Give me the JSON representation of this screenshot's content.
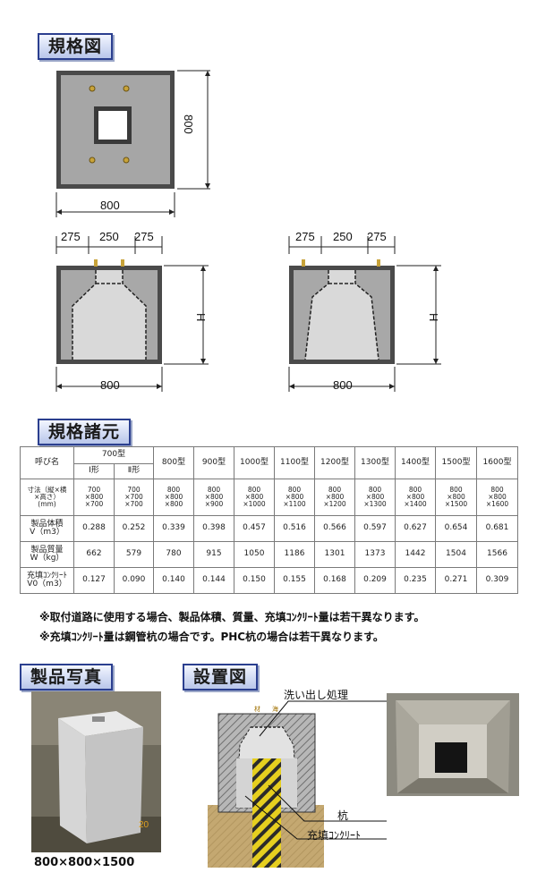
{
  "sections": {
    "spec_drawing": "規格図",
    "spec_table": "規格諸元",
    "product_photo": "製品写真",
    "install_drawing": "設置図"
  },
  "drawing": {
    "width_label": "800",
    "height_label": "800",
    "seg_left": "275",
    "seg_mid": "250",
    "seg_right": "275",
    "h_label": "H",
    "colors": {
      "frame": "#3a3a3a",
      "concrete": "#9c9c9c",
      "bolt": "#c8a33a"
    }
  },
  "table": {
    "name_header": "呼び名",
    "type700": "700型",
    "sub1": "Ⅰ形",
    "sub2": "Ⅱ形",
    "models": [
      "800型",
      "900型",
      "1000型",
      "1100型",
      "1200型",
      "1300型",
      "1400型",
      "1500型",
      "1600型"
    ],
    "row_dims_label": [
      "寸法（縦×横",
      "×高さ）",
      "(mm)"
    ],
    "dims": [
      [
        "700",
        "×800",
        "×700"
      ],
      [
        "700",
        "×700",
        "×700"
      ],
      [
        "800",
        "×800",
        "×800"
      ],
      [
        "800",
        "×800",
        "×900"
      ],
      [
        "800",
        "×800",
        "×1000"
      ],
      [
        "800",
        "×800",
        "×1100"
      ],
      [
        "800",
        "×800",
        "×1200"
      ],
      [
        "800",
        "×800",
        "×1300"
      ],
      [
        "800",
        "×800",
        "×1400"
      ],
      [
        "800",
        "×800",
        "×1500"
      ],
      [
        "800",
        "×800",
        "×1600"
      ]
    ],
    "row_volume_label": [
      "製品体積",
      "V（m3）"
    ],
    "volume": [
      "0.288",
      "0.252",
      "0.339",
      "0.398",
      "0.457",
      "0.516",
      "0.566",
      "0.597",
      "0.627",
      "0.654",
      "0.681"
    ],
    "row_mass_label": [
      "製品質量",
      "W（kg）"
    ],
    "mass": [
      "662",
      "579",
      "780",
      "915",
      "1050",
      "1186",
      "1301",
      "1373",
      "1442",
      "1504",
      "1566"
    ],
    "row_fill_label": [
      "充填ｺﾝｸﾘｰﾄ",
      "V0（m3）"
    ],
    "fill": [
      "0.127",
      "0.090",
      "0.140",
      "0.144",
      "0.150",
      "0.155",
      "0.168",
      "0.209",
      "0.235",
      "0.271",
      "0.309"
    ]
  },
  "notes": [
    "※取付道路に使用する場合、製品体積、質量、充填ｺﾝｸﾘｰﾄ量は若干異なります。",
    "※充填ｺﾝｸﾘｰﾄ量は鋼管杭の場合です。PHC杭の場合は若干異なります。"
  ],
  "photo": {
    "caption": "800×800×1500",
    "stamp": "20"
  },
  "install": {
    "label_wash": "洗い出し処理",
    "label_pile": "杭",
    "label_fill": "充填ｺﾝｸﾘｰﾄ",
    "tag_left": "材",
    "tag_right": "海"
  }
}
